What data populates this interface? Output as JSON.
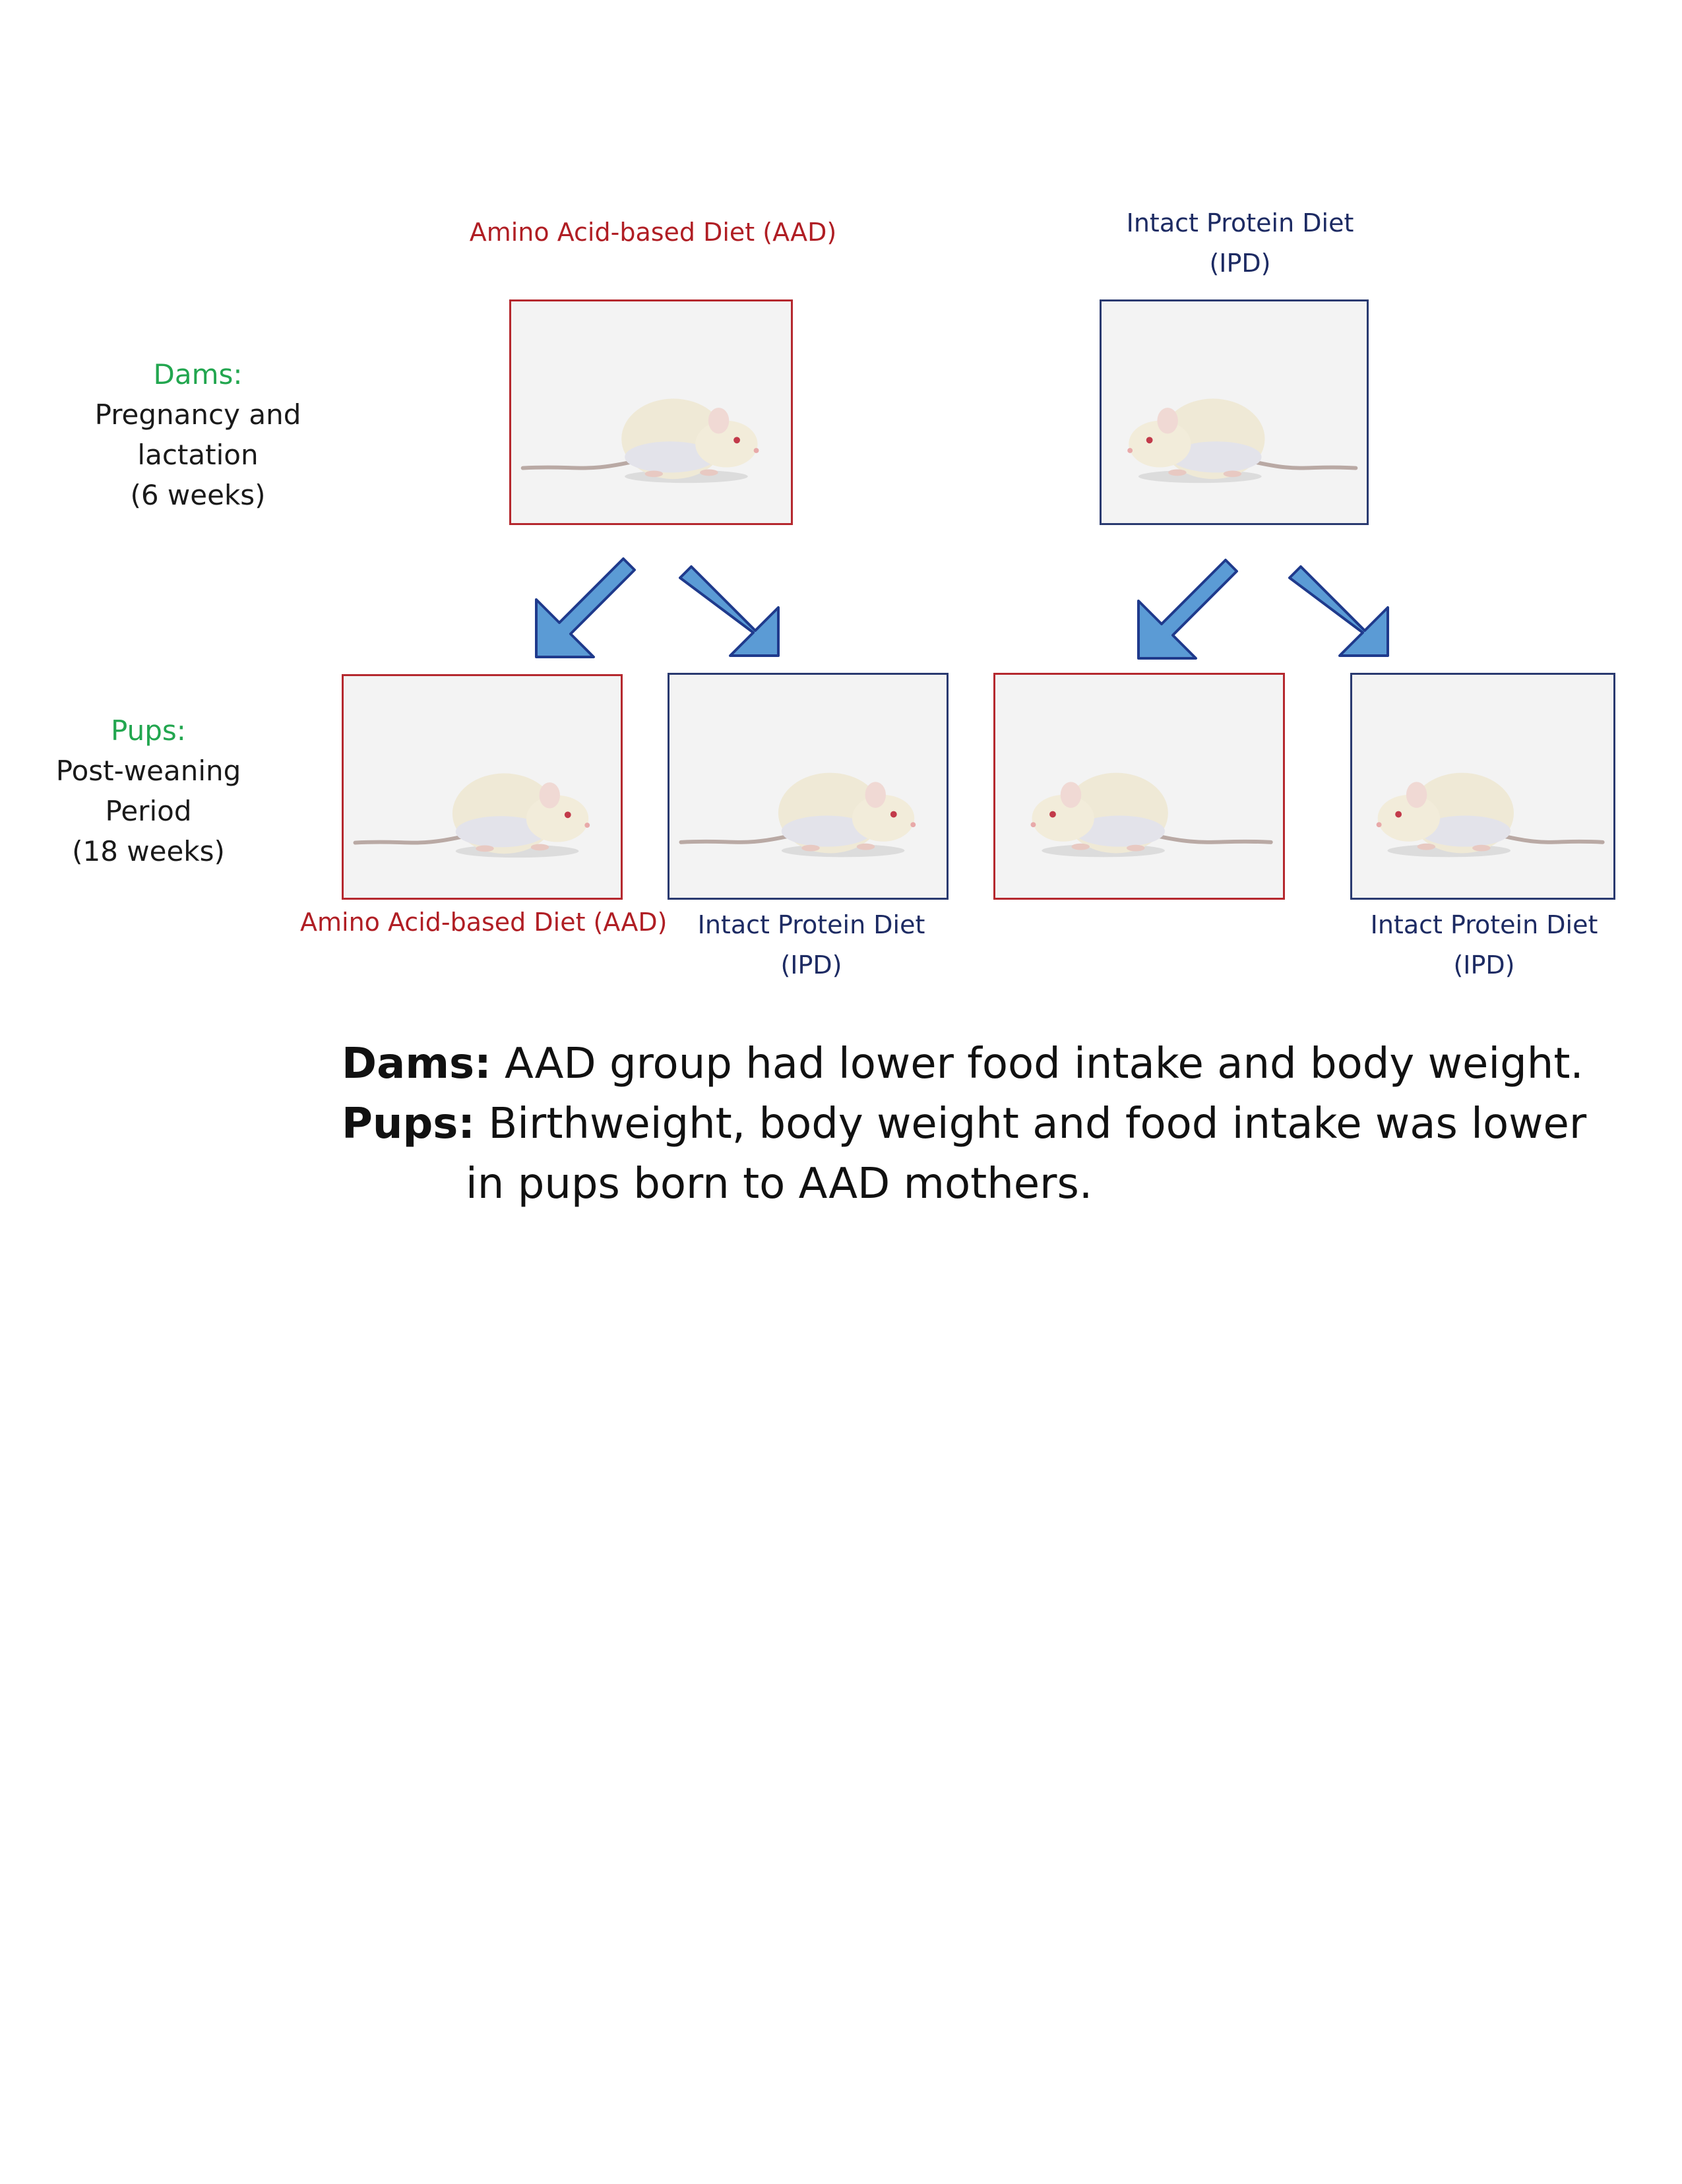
{
  "dams_groups": {
    "aad_label": "Amino Acid-based Diet (AAD)",
    "ipd_label_line1": "Intact Protein Diet",
    "ipd_label_line2": "(IPD)"
  },
  "dams_side": {
    "title": "Dams:",
    "line1": "Pregnancy and",
    "line2": "lactation",
    "line3": "(6 weeks)"
  },
  "pups_side": {
    "title": "Pups:",
    "line1": "Post-weaning",
    "line2": "Period",
    "line3": "(18 weeks)"
  },
  "pups_groups": {
    "aad_label": "Amino Acid-based Diet (AAD)",
    "ipd_label_line1": "Intact Protein Diet",
    "ipd_label_line2": "(IPD)",
    "ipd2_label_line1": "Intact Protein Diet",
    "ipd2_label_line2": "(IPD)"
  },
  "summary": {
    "dams_lead": "Dams:",
    "dams_text": " AAD group had lower food intake and body weight.",
    "pups_lead": "Pups:",
    "pups_text": " Birthweight, body weight and food intake was lower",
    "pups_text2": "in pups born to AAD mothers."
  },
  "colors": {
    "aad": "#b01e24",
    "ipd": "#1d2b63",
    "side_title": "#22a64f",
    "arrow_fill": "#5b9bd5",
    "arrow_stroke": "#1f3a8c"
  },
  "icons": {
    "mouse": "mouse-icon",
    "arrow": "arrow-down-icon"
  }
}
